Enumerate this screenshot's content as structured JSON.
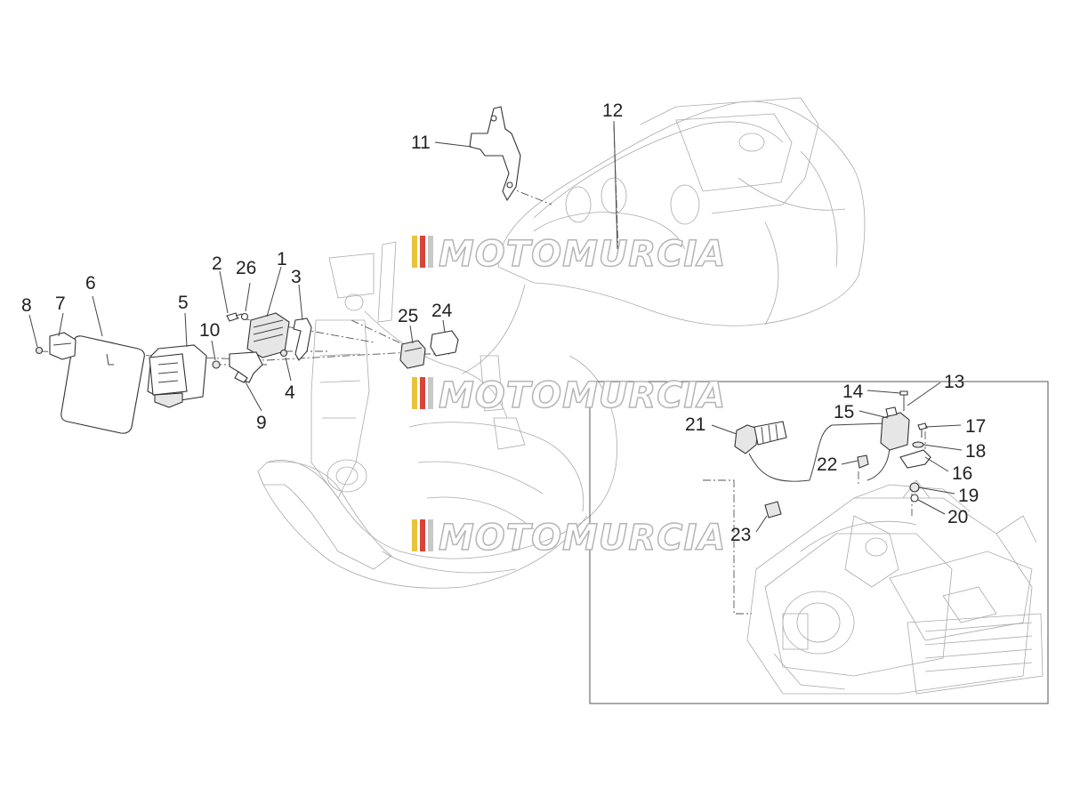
{
  "watermark": {
    "text": "MOTOMURCIA",
    "colors": [
      "#e8c43a",
      "#d9433a",
      "#c8c8c8"
    ]
  },
  "callouts": [
    {
      "id": "1",
      "label": "1"
    },
    {
      "id": "2",
      "label": "2"
    },
    {
      "id": "3",
      "label": "3"
    },
    {
      "id": "4",
      "label": "4"
    },
    {
      "id": "5",
      "label": "5"
    },
    {
      "id": "6",
      "label": "6"
    },
    {
      "id": "7",
      "label": "7"
    },
    {
      "id": "8",
      "label": "8"
    },
    {
      "id": "9",
      "label": "9"
    },
    {
      "id": "10",
      "label": "10"
    },
    {
      "id": "11",
      "label": "11"
    },
    {
      "id": "12",
      "label": "12"
    },
    {
      "id": "13",
      "label": "13"
    },
    {
      "id": "14",
      "label": "14"
    },
    {
      "id": "15",
      "label": "15"
    },
    {
      "id": "16",
      "label": "16"
    },
    {
      "id": "17",
      "label": "17"
    },
    {
      "id": "18",
      "label": "18"
    },
    {
      "id": "19",
      "label": "19"
    },
    {
      "id": "20",
      "label": "20"
    },
    {
      "id": "21",
      "label": "21"
    },
    {
      "id": "22",
      "label": "22"
    },
    {
      "id": "23",
      "label": "23"
    },
    {
      "id": "24",
      "label": "24"
    },
    {
      "id": "25",
      "label": "25"
    },
    {
      "id": "26",
      "label": "26"
    }
  ]
}
